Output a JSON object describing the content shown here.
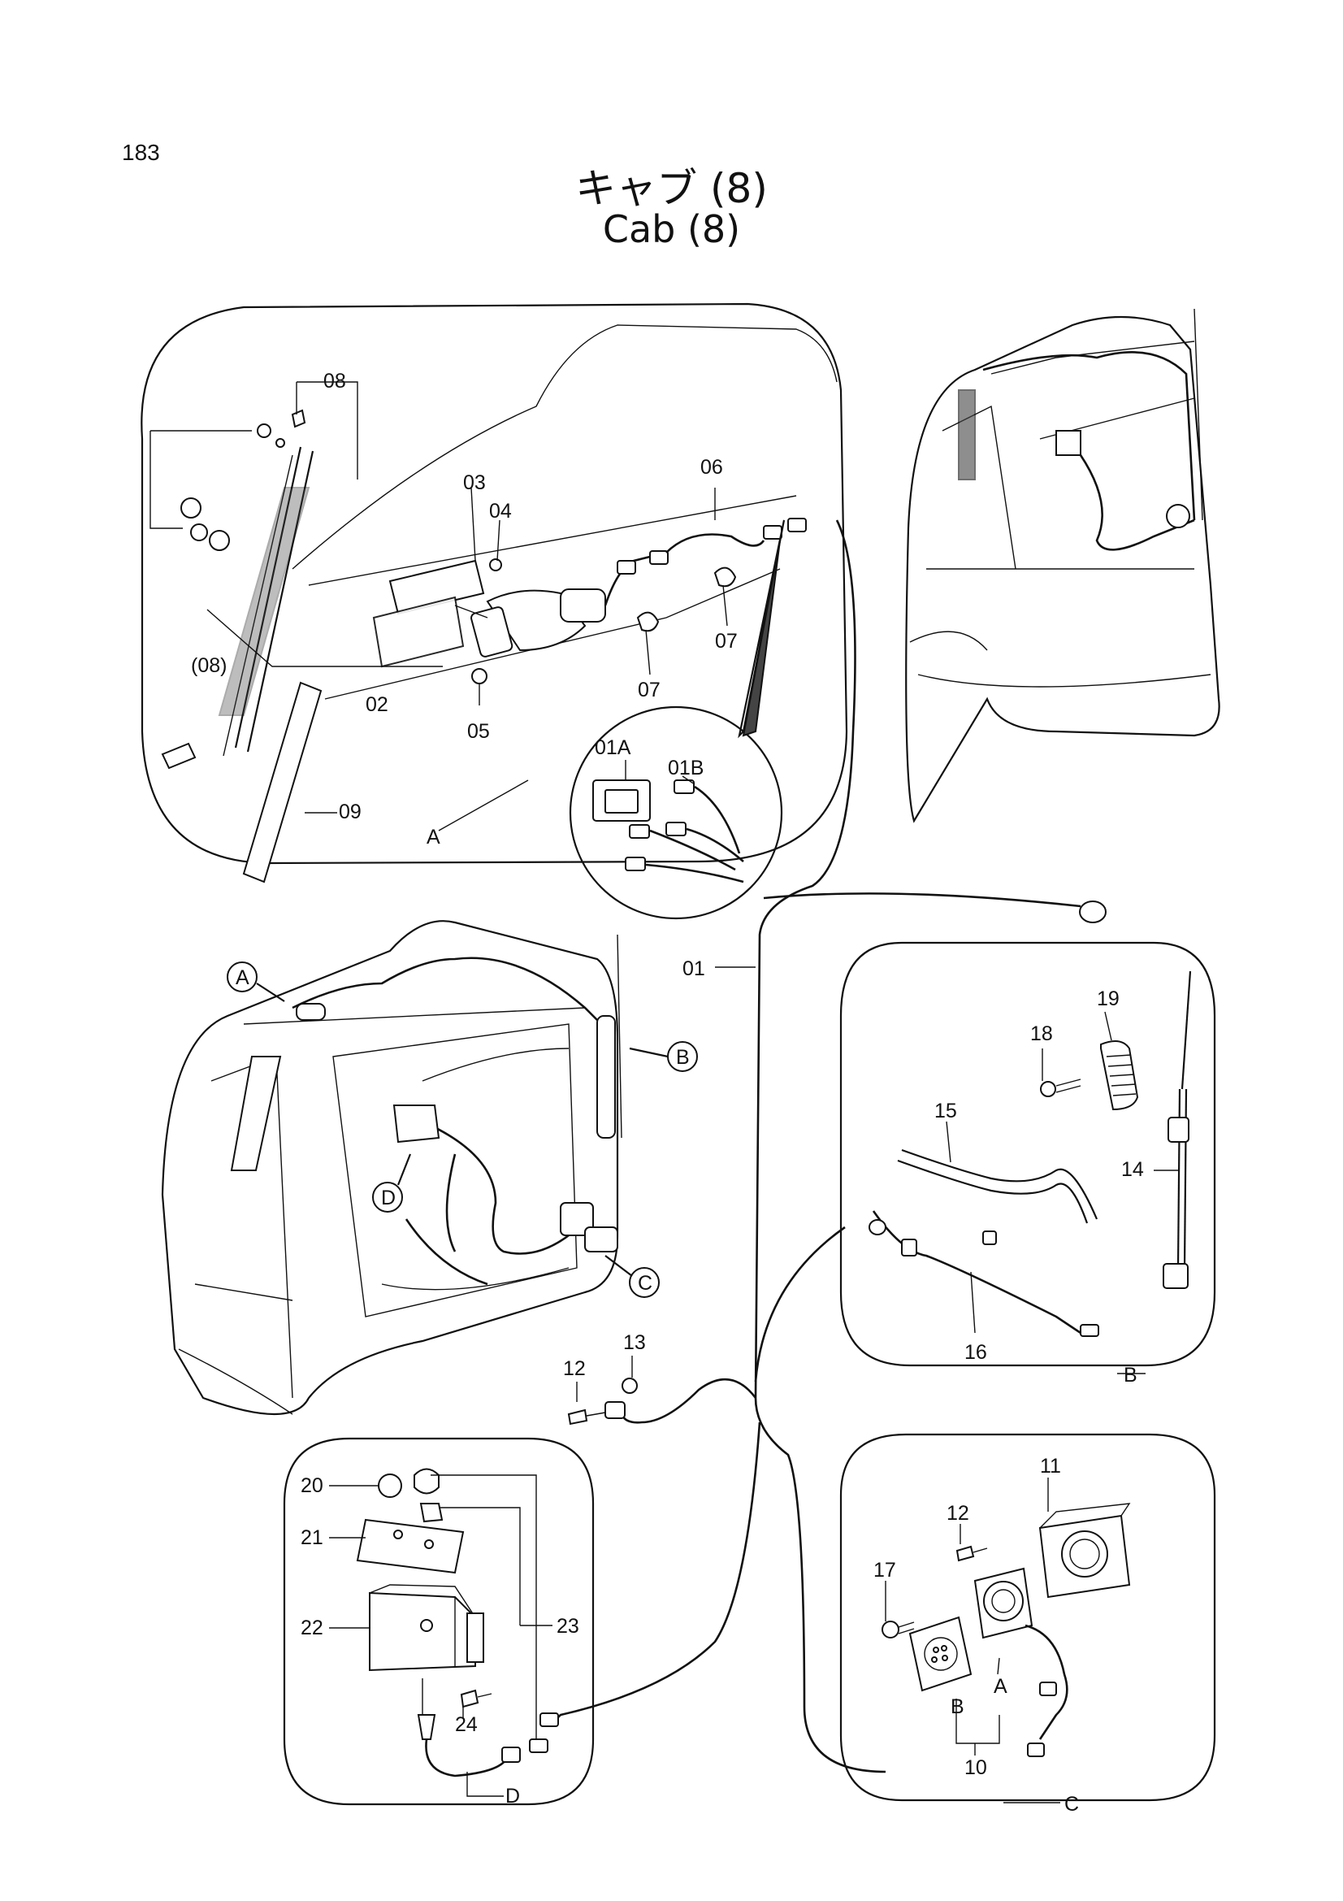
{
  "page_number": "183",
  "title_jp": "キャブ (8)",
  "title_en": "Cab (8)",
  "callouts": {
    "A_small": "A",
    "B_small": "B",
    "C_small": "C",
    "D_small": "D",
    "view_a": "A",
    "view_b": "B",
    "view_c": "C",
    "view_d": "D",
    "sub_a": "A",
    "sub_b": "B"
  },
  "parts": {
    "p01": "01",
    "p01a": "01A",
    "p01b": "01B",
    "p02": "02",
    "p03": "03",
    "p04": "04",
    "p05": "05",
    "p06": "06",
    "p07a": "07",
    "p07b": "07",
    "p08": "08",
    "p08b": "(08)",
    "p09": "09",
    "p10": "10",
    "p11": "11",
    "p12a": "12",
    "p12b": "12",
    "p13": "13",
    "p14": "14",
    "p15": "15",
    "p16": "16",
    "p17": "17",
    "p18": "18",
    "p19": "19",
    "p20": "20",
    "p21": "21",
    "p22": "22",
    "p23": "23",
    "p24": "24"
  }
}
